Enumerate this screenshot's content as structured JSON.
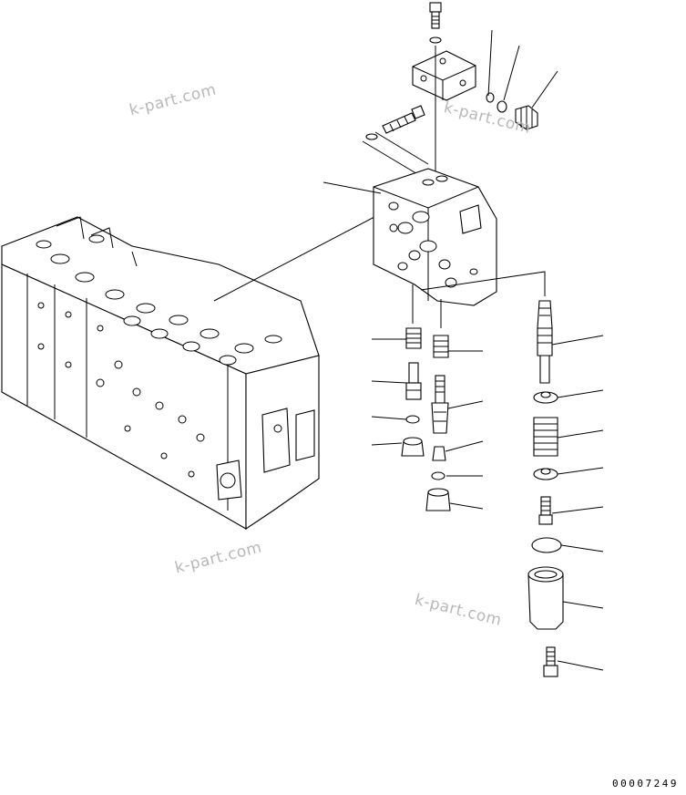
{
  "drawing_code": "00007249",
  "watermarks": [
    "k-part.com",
    "k-part.com",
    "k-part.com",
    "k-part.com"
  ],
  "colors": {
    "line": "#000000",
    "background": "#ffffff",
    "watermark": "#b8b8b8"
  }
}
